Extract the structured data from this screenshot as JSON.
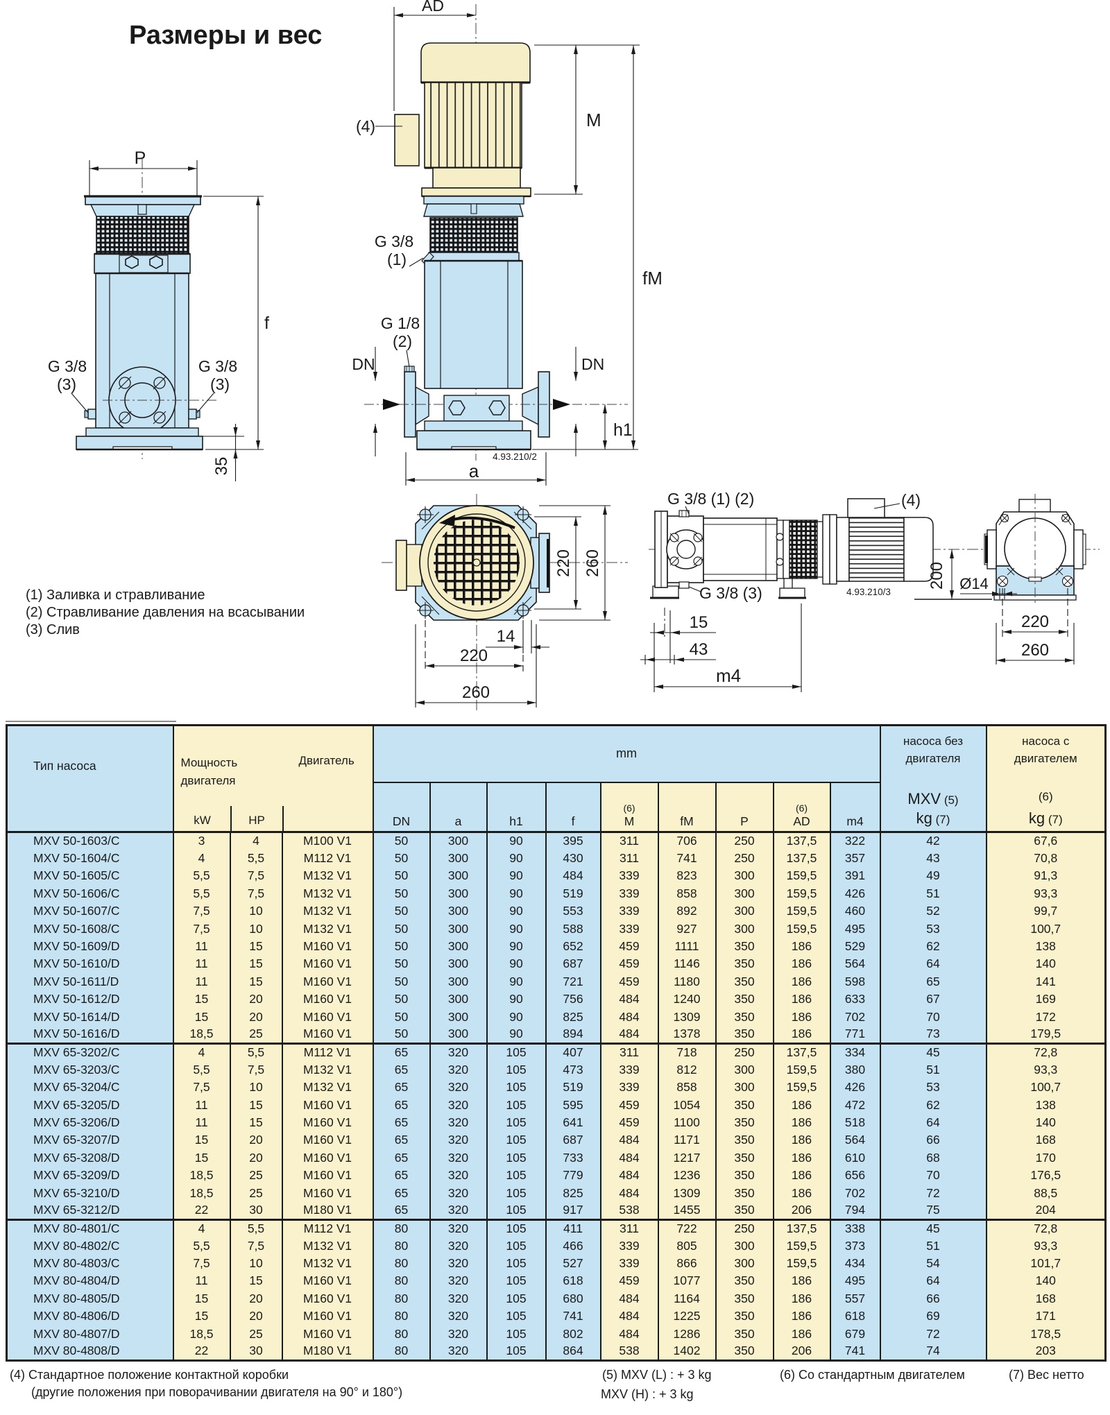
{
  "page": {
    "title": "Размеры и вес"
  },
  "colors": {
    "blue": "#c6e3f3",
    "yellow": "#f9f2cc",
    "line": "#1a1a1a",
    "cream": "#f6eec6"
  },
  "drawings": {
    "front_view": {
      "dim_p": "P",
      "dim_f": "f",
      "dim_35": "35",
      "drain_left_l1": "G 3/8",
      "drain_left_l2": "(3)",
      "drain_right_l1": "G 3/8",
      "drain_right_l2": "(3)"
    },
    "vertical_view": {
      "dim_ad": "AD",
      "note4": "(4)",
      "dim_m": "M",
      "dim_fm": "fM",
      "vent_l1": "G 3/8",
      "vent_l2": "(1)",
      "gauge_l1": "G 1/8",
      "gauge_l2": "(2)",
      "dn_left": "DN",
      "dn_right": "DN",
      "dim_h1": "h1",
      "code": "4.93.210/2",
      "dim_a": "a"
    },
    "top_view": {
      "dim_220_side": "220",
      "dim_260_side": "260",
      "dim_14": "14",
      "dim_220_bottom": "220",
      "dim_260_bottom": "260"
    },
    "side_view": {
      "ports_top": "G 3/8 (1) (2)",
      "port_drain": "G 3/8 (3)",
      "note4": "(4)",
      "code": "4.93.210/3",
      "dim_200": "200",
      "dim_d14": "Ø14",
      "dim_15": "15",
      "dim_43": "43",
      "dim_m4": "m4",
      "dim_220": "220",
      "dim_260": "260"
    }
  },
  "notes": [
    "(1) Заливка и стравливание",
    "(2) Стравливание давления на всасывании",
    "(3) Слив"
  ],
  "table": {
    "col_keys": [
      "type",
      "kw",
      "hp",
      "motor",
      "dn",
      "a",
      "h1",
      "f",
      "m",
      "fm",
      "p",
      "ad",
      "m4",
      "kg-pump",
      "kg-with-motor"
    ],
    "header": {
      "pump_type": "Тип насоса",
      "power_l1": "Мощность",
      "power_l2": "двигателя",
      "motor": "Двигатель",
      "kw": "kW",
      "hp": "HP",
      "mm": "mm",
      "dn": "DN",
      "a": "a",
      "h1": "h1",
      "f": "f",
      "m_sup": "(6)",
      "m": "M",
      "fm": "fM",
      "p": "P",
      "ad_sup": "(6)",
      "ad": "AD",
      "m4": "m4",
      "bare_l1": "насоса без",
      "bare_l2": "двигателя",
      "bare_name": "MXV",
      "bare_sup": "(5)",
      "bare_kg": "kg",
      "bare_kg_sup": "(7)",
      "with_l1": "насоса с",
      "with_l2": "двигателем",
      "with_sup": "(6)",
      "with_kg": "kg",
      "with_kg_sup": "(7)"
    },
    "groups": [
      {
        "rows": [
          [
            "MXV 50-1603/C",
            "3",
            "4",
            "M100 V1",
            "50",
            "300",
            "90",
            "395",
            "311",
            "706",
            "250",
            "137,5",
            "322",
            "42",
            "67,6"
          ],
          [
            "MXV 50-1604/C",
            "4",
            "5,5",
            "M112 V1",
            "50",
            "300",
            "90",
            "430",
            "311",
            "741",
            "250",
            "137,5",
            "357",
            "43",
            "70,8"
          ],
          [
            "MXV 50-1605/C",
            "5,5",
            "7,5",
            "M132 V1",
            "50",
            "300",
            "90",
            "484",
            "339",
            "823",
            "300",
            "159,5",
            "391",
            "49",
            "91,3"
          ],
          [
            "MXV 50-1606/C",
            "5,5",
            "7,5",
            "M132 V1",
            "50",
            "300",
            "90",
            "519",
            "339",
            "858",
            "300",
            "159,5",
            "426",
            "51",
            "93,3"
          ],
          [
            "MXV 50-1607/C",
            "7,5",
            "10",
            "M132 V1",
            "50",
            "300",
            "90",
            "553",
            "339",
            "892",
            "300",
            "159,5",
            "460",
            "52",
            "99,7"
          ],
          [
            "MXV 50-1608/C",
            "7,5",
            "10",
            "M132 V1",
            "50",
            "300",
            "90",
            "588",
            "339",
            "927",
            "300",
            "159,5",
            "495",
            "53",
            "100,7"
          ],
          [
            "MXV 50-1609/D",
            "11",
            "15",
            "M160 V1",
            "50",
            "300",
            "90",
            "652",
            "459",
            "1111",
            "350",
            "186",
            "529",
            "62",
            "138"
          ],
          [
            "MXV 50-1610/D",
            "11",
            "15",
            "M160 V1",
            "50",
            "300",
            "90",
            "687",
            "459",
            "1146",
            "350",
            "186",
            "564",
            "64",
            "140"
          ],
          [
            "MXV 50-1611/D",
            "11",
            "15",
            "M160 V1",
            "50",
            "300",
            "90",
            "721",
            "459",
            "1180",
            "350",
            "186",
            "598",
            "65",
            "141"
          ],
          [
            "MXV 50-1612/D",
            "15",
            "20",
            "M160 V1",
            "50",
            "300",
            "90",
            "756",
            "484",
            "1240",
            "350",
            "186",
            "633",
            "67",
            "169"
          ],
          [
            "MXV 50-1614/D",
            "15",
            "20",
            "M160 V1",
            "50",
            "300",
            "90",
            "825",
            "484",
            "1309",
            "350",
            "186",
            "702",
            "70",
            "172"
          ],
          [
            "MXV 50-1616/D",
            "18,5",
            "25",
            "M160 V1",
            "50",
            "300",
            "90",
            "894",
            "484",
            "1378",
            "350",
            "186",
            "771",
            "73",
            "179,5"
          ]
        ]
      },
      {
        "rows": [
          [
            "MXV 65-3202/C",
            "4",
            "5,5",
            "M112 V1",
            "65",
            "320",
            "105",
            "407",
            "311",
            "718",
            "250",
            "137,5",
            "334",
            "45",
            "72,8"
          ],
          [
            "MXV 65-3203/C",
            "5,5",
            "7,5",
            "M132 V1",
            "65",
            "320",
            "105",
            "473",
            "339",
            "812",
            "300",
            "159,5",
            "380",
            "51",
            "93,3"
          ],
          [
            "MXV 65-3204/C",
            "7,5",
            "10",
            "M132 V1",
            "65",
            "320",
            "105",
            "519",
            "339",
            "858",
            "300",
            "159,5",
            "426",
            "53",
            "100,7"
          ],
          [
            "MXV 65-3205/D",
            "11",
            "15",
            "M160 V1",
            "65",
            "320",
            "105",
            "595",
            "459",
            "1054",
            "350",
            "186",
            "472",
            "62",
            "138"
          ],
          [
            "MXV 65-3206/D",
            "11",
            "15",
            "M160 V1",
            "65",
            "320",
            "105",
            "641",
            "459",
            "1100",
            "350",
            "186",
            "518",
            "64",
            "140"
          ],
          [
            "MXV 65-3207/D",
            "15",
            "20",
            "M160 V1",
            "65",
            "320",
            "105",
            "687",
            "484",
            "1171",
            "350",
            "186",
            "564",
            "66",
            "168"
          ],
          [
            "MXV 65-3208/D",
            "15",
            "20",
            "M160 V1",
            "65",
            "320",
            "105",
            "733",
            "484",
            "1217",
            "350",
            "186",
            "610",
            "68",
            "170"
          ],
          [
            "MXV 65-3209/D",
            "18,5",
            "25",
            "M160 V1",
            "65",
            "320",
            "105",
            "779",
            "484",
            "1236",
            "350",
            "186",
            "656",
            "70",
            "176,5"
          ],
          [
            "MXV 65-3210/D",
            "18,5",
            "25",
            "M160 V1",
            "65",
            "320",
            "105",
            "825",
            "484",
            "1309",
            "350",
            "186",
            "702",
            "72",
            "88,5"
          ],
          [
            "MXV 65-3212/D",
            "22",
            "30",
            "M180 V1",
            "65",
            "320",
            "105",
            "917",
            "538",
            "1455",
            "350",
            "206",
            "794",
            "75",
            "204"
          ]
        ]
      },
      {
        "rows": [
          [
            "MXV 80-4801/C",
            "4",
            "5,5",
            "M112 V1",
            "80",
            "320",
            "105",
            "411",
            "311",
            "722",
            "250",
            "137,5",
            "338",
            "45",
            "72,8"
          ],
          [
            "MXV 80-4802/C",
            "5,5",
            "7,5",
            "M132 V1",
            "80",
            "320",
            "105",
            "466",
            "339",
            "805",
            "300",
            "159,5",
            "373",
            "51",
            "93,3"
          ],
          [
            "MXV 80-4803/C",
            "7,5",
            "10",
            "M132 V1",
            "80",
            "320",
            "105",
            "527",
            "339",
            "866",
            "300",
            "159,5",
            "434",
            "54",
            "101,7"
          ],
          [
            "MXV 80-4804/D",
            "11",
            "15",
            "M160 V1",
            "80",
            "320",
            "105",
            "618",
            "459",
            "1077",
            "350",
            "186",
            "495",
            "64",
            "140"
          ],
          [
            "MXV 80-4805/D",
            "15",
            "20",
            "M160 V1",
            "80",
            "320",
            "105",
            "680",
            "484",
            "1164",
            "350",
            "186",
            "557",
            "66",
            "168"
          ],
          [
            "MXV 80-4806/D",
            "15",
            "20",
            "M160 V1",
            "80",
            "320",
            "105",
            "741",
            "484",
            "1225",
            "350",
            "186",
            "618",
            "69",
            "171"
          ],
          [
            "MXV 80-4807/D",
            "18,5",
            "25",
            "M160 V1",
            "80",
            "320",
            "105",
            "802",
            "484",
            "1286",
            "350",
            "186",
            "679",
            "72",
            "178,5"
          ],
          [
            "MXV 80-4808/D",
            "22",
            "30",
            "M180 V1",
            "80",
            "320",
            "105",
            "864",
            "538",
            "1402",
            "350",
            "206",
            "741",
            "74",
            "203"
          ]
        ]
      }
    ]
  },
  "footnotes": {
    "n4a": "(4) Стандартное положение контактной коробки",
    "n4b": "(другие положения при поворачивании двигателя на 90° и 180°)",
    "n5a": "(5) MXV (L) : + 3 kg",
    "n5b": "MXV (H) : + 3 kg",
    "n6": "(6) Со стандартным двигателем",
    "n7": "(7) Вес нетто"
  }
}
